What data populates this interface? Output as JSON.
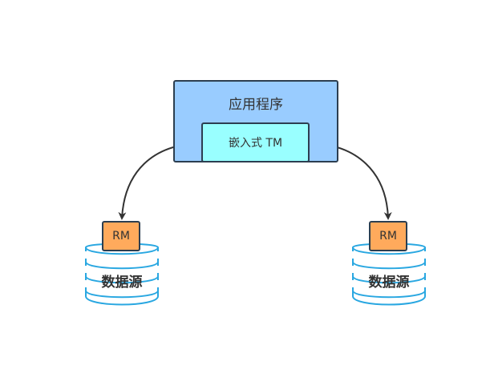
{
  "diagram": {
    "app_title": "应用程序",
    "tm_label": "嵌入式 TM",
    "rm_left_label": "RM",
    "rm_right_label": "RM",
    "datasource_left_label": "数据源",
    "datasource_right_label": "数据源"
  },
  "colors": {
    "app_fill": "#99ccff",
    "tm_fill": "#99ffff",
    "rm_fill": "#ffaa5c",
    "border": "#2c3e50",
    "datasource_stroke": "#29a7e1",
    "arrow": "#333333"
  }
}
